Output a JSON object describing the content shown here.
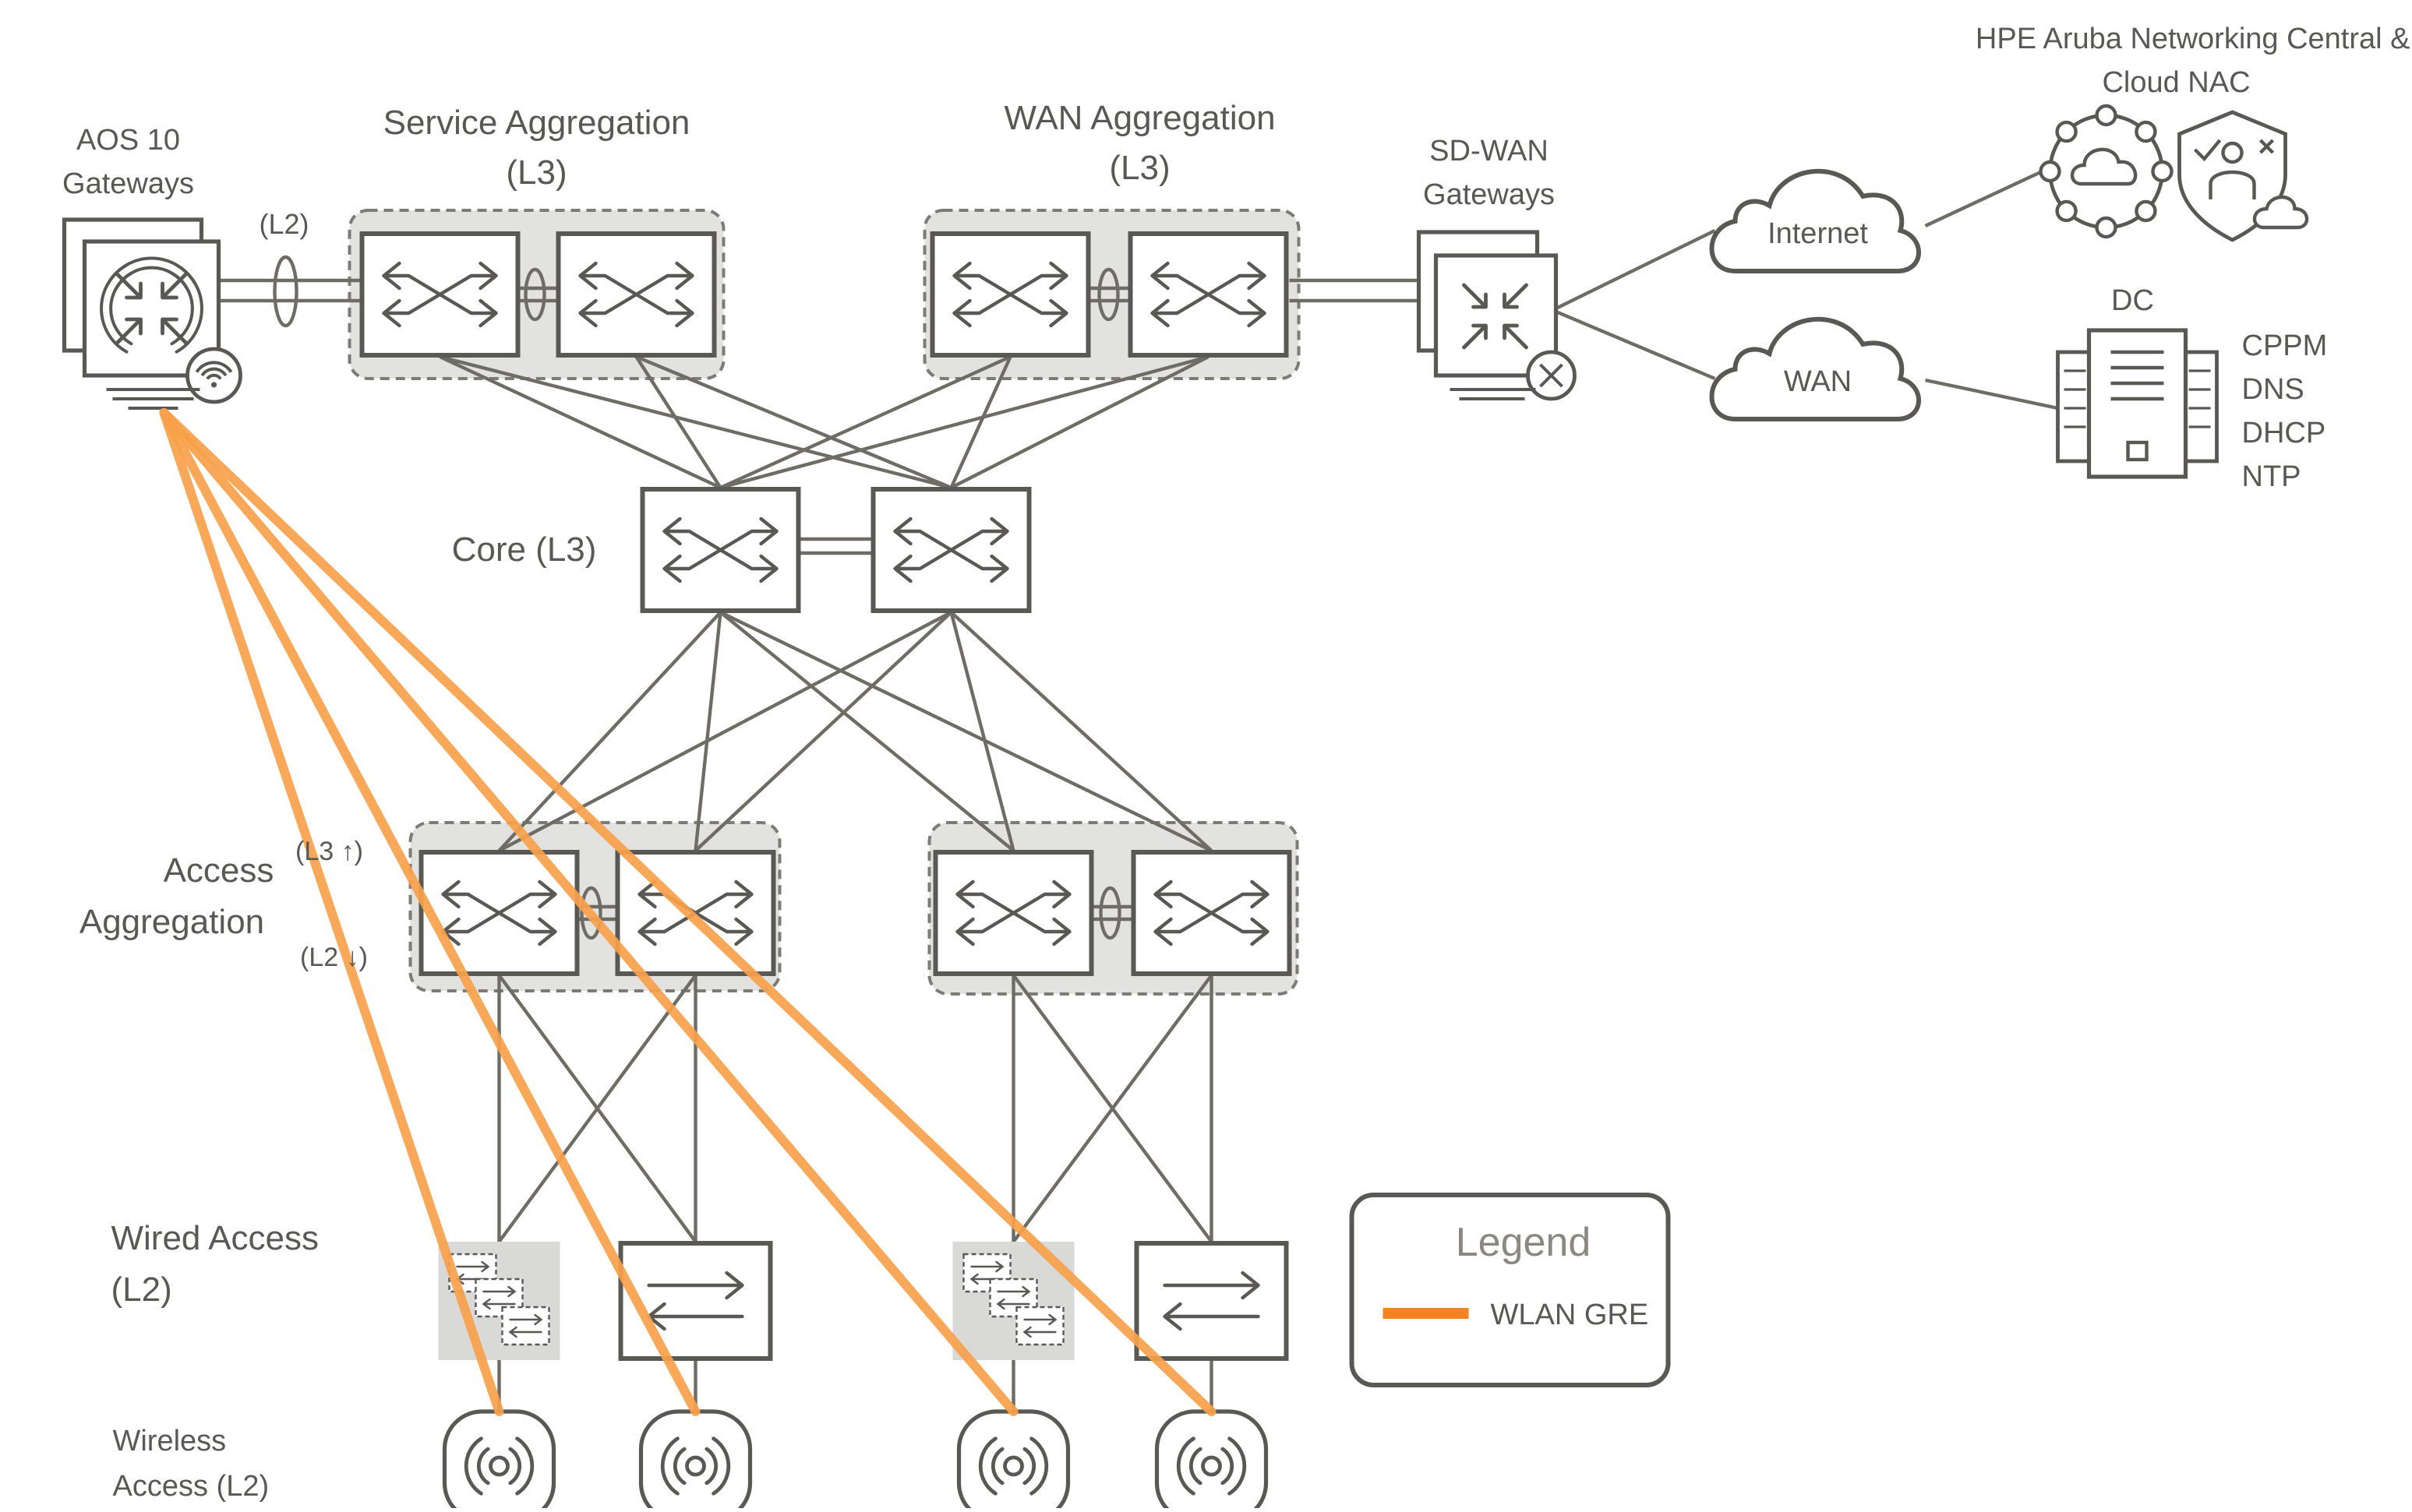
{
  "colors": {
    "line": "#6e6c64",
    "device_stroke": "#5a5854",
    "group_fill": "#e2e2e1",
    "group_dash": "#7d7b76",
    "gre": "#f7a14a",
    "legend_swatch": "#f58220",
    "text": "#5a5854"
  },
  "labels": {
    "gateways": [
      "AOS 10",
      "Gateways"
    ],
    "l2_link": "(L2)",
    "service_agg": [
      "Service Aggregation",
      "(L3)"
    ],
    "wan_agg": [
      "WAN Aggregation",
      "(L3)"
    ],
    "sdwan": [
      "SD-WAN",
      "Gateways"
    ],
    "cloud_service": [
      "HPE Aruba Networking  Central &",
      "Cloud NAC"
    ],
    "internet": "Internet",
    "wan": "WAN",
    "dc": "DC",
    "dc_services": [
      "CPPM",
      "DNS",
      "DHCP",
      "NTP"
    ],
    "core": "Core (L3)",
    "access_agg": [
      "Access",
      "Aggregation"
    ],
    "l3_up": "(L3 ↑)",
    "l2_down": "(L2 ↓)",
    "wired_access": [
      "Wired Access",
      "(L2)"
    ],
    "wireless_access": [
      "Wireless",
      "Access (L2)"
    ]
  },
  "legend": {
    "title": "Legend",
    "items": [
      {
        "label": "WLAN GRE",
        "color": "#f58220"
      }
    ]
  }
}
